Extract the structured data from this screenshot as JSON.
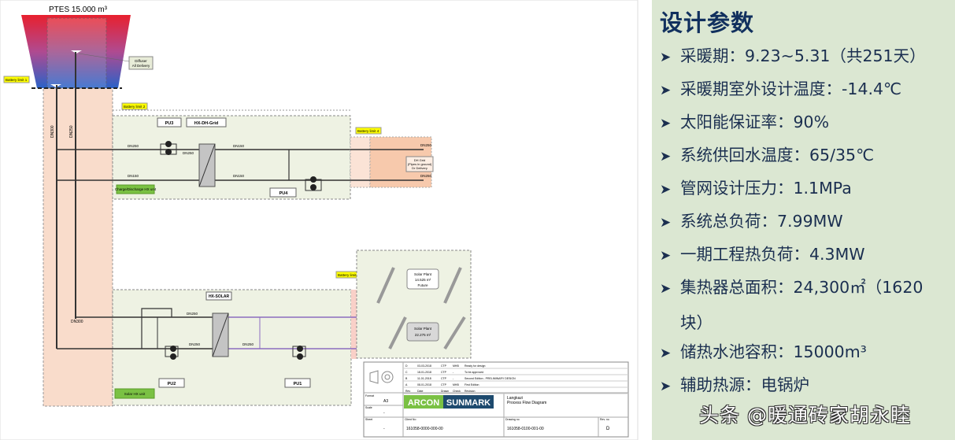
{
  "diagram": {
    "tank_label": "PTES 15.000 m³",
    "diffuser_label": [
      "Diffuser",
      "All Delivery"
    ],
    "battery_limits": [
      "Battery limit 1",
      "Battery limit 2",
      "Battery limit 4",
      "Battery limit 3"
    ],
    "vertical_pipes": [
      "DN300",
      "DN250"
    ],
    "bottom_pipe": "DN300",
    "charge_unit": {
      "name": "Charge/Discharge HX unit",
      "pump_top": "PU3",
      "hx": "HX-DH-Grid",
      "pump_bottom": "PU4",
      "pipes": [
        "DN250",
        "DN250",
        "DN150",
        "DN150",
        "DN150"
      ]
    },
    "dh_grid": {
      "label": [
        "DH Grid",
        "(Pipes in ground)",
        "Dr Delivery"
      ],
      "pipes": [
        "DN250",
        "DN250"
      ]
    },
    "solar_unit": {
      "name": "Solar HX unit",
      "hx": "HX-SOLAR",
      "pumps": [
        "PU2",
        "PU1"
      ],
      "pipes": [
        "DN250",
        "DN250",
        "DN250"
      ]
    },
    "solar_plants": [
      {
        "label": [
          "Solar Plant",
          "14.525 m²",
          "Future"
        ]
      },
      {
        "label": [
          "Solar Plant",
          "22.275 m²"
        ]
      }
    ],
    "title_block": {
      "revisions_header": [
        "Rev",
        "Date",
        "Drawn",
        "Check",
        "Revision"
      ],
      "revisions": [
        [
          "D",
          "03-03-2018",
          "CTP",
          "MHB",
          "Ready for design"
        ],
        [
          "C",
          "18-01-2018",
          "CTP",
          "-",
          "To be approved"
        ],
        [
          "B",
          "11-01-2018",
          "CTP",
          "-",
          "Second Edition - PRELIMINARY DESIGN"
        ],
        [
          "A",
          "08-01-2018",
          "CTP",
          "MHB",
          "First Edition"
        ]
      ],
      "format_label": "Format",
      "format": "A3",
      "scale_label": "Scale",
      "scale": "-",
      "sheet_label": "Sheet",
      "sheet": "-",
      "logo_left": "ARCON",
      "logo_right": "SUNMARK",
      "project": "Langkazi",
      "drawing_title": "Process Flow Diagram",
      "client_no_label": "Client No",
      "client_no": "161058-0000-000-00",
      "drawing_no_label": "Drawing no",
      "drawing_no": "161058-0100-001-00",
      "rev_label": "Rev. no",
      "rev": "D"
    },
    "colors": {
      "tank_top": "#e8202e",
      "tank_bottom": "#2a62c8",
      "unit_bg": "#eef2e3",
      "peach": "#f9dccb",
      "solar_pipe": "#8c6cc0",
      "battery_label": "#ffff00",
      "unit_label": "#7ac143"
    }
  },
  "params": {
    "title": "设计参数",
    "items": [
      "采暖期：9.23~5.31（共251天）",
      "采暖期室外设计温度：-14.4℃",
      "太阳能保证率：90%",
      "系统供回水温度：65/35℃",
      "管网设计压力：1.1MPa",
      "系统总负荷：7.99MW",
      "一期工程热负荷：4.3MW",
      "集热器总面积：24,300㎡（1620",
      "储热水池容积：15000m³",
      "辅助热源：电锅炉"
    ],
    "item_wrap": "块）",
    "bullet_icon": "arrow-bullet-icon",
    "background": "#dbe7d2",
    "text_color": "#1b2f50"
  },
  "watermark": "头条 @暖通砖家胡永睦"
}
